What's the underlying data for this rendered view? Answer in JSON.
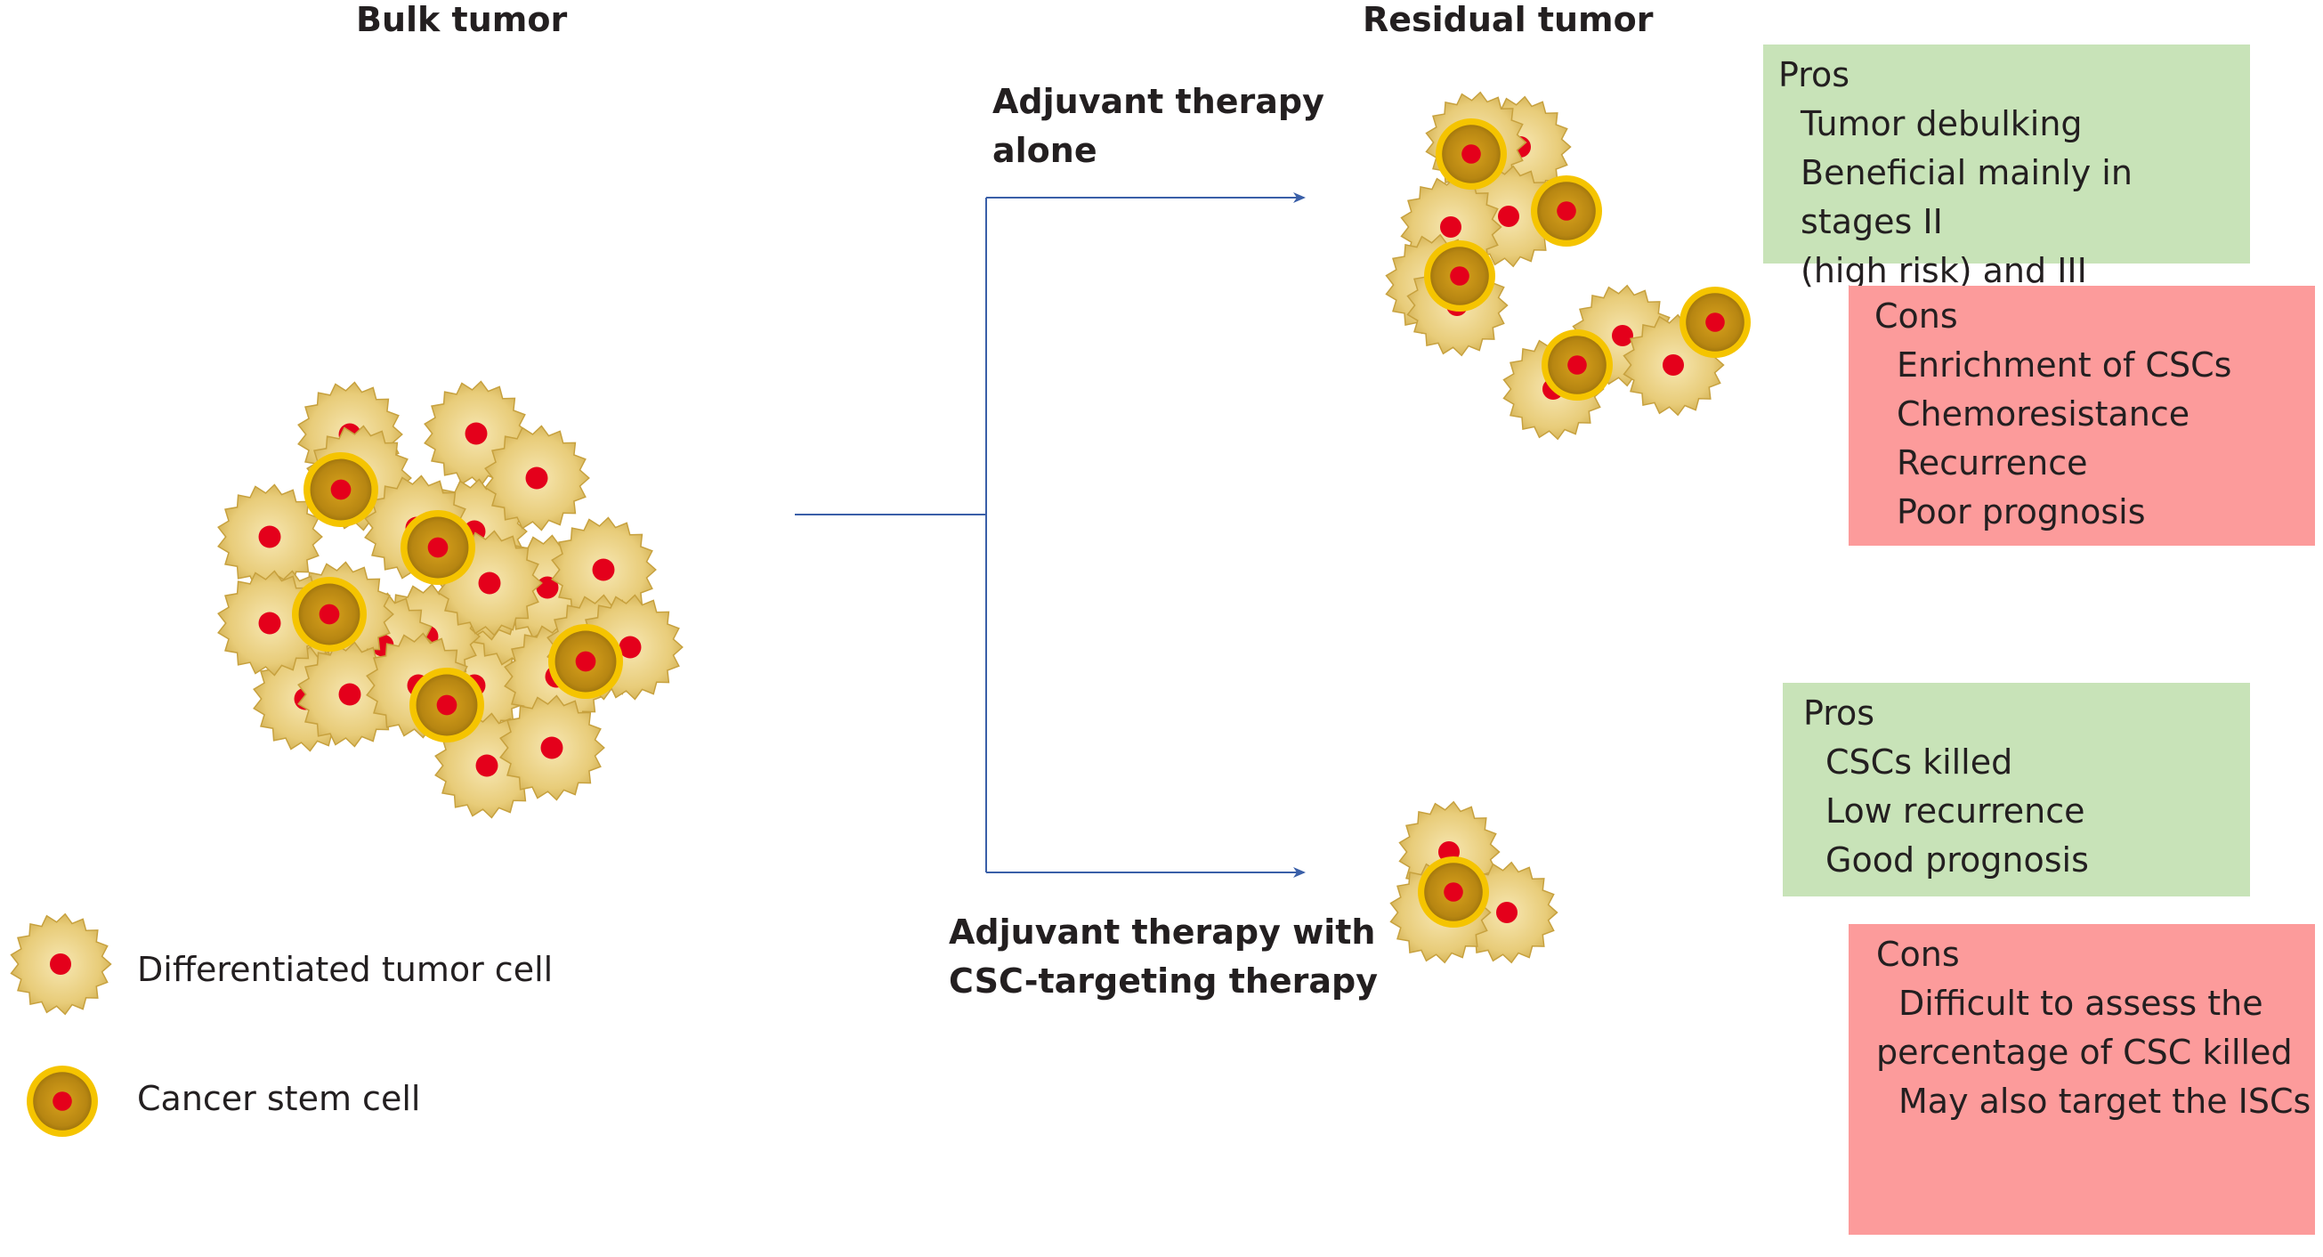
{
  "headings": {
    "bulk": "Bulk tumor",
    "residual": "Residual tumor"
  },
  "branches": {
    "top": [
      "Adjuvant therapy",
      "alone"
    ],
    "bottom": [
      "Adjuvant therapy with",
      "CSC-targeting therapy"
    ]
  },
  "boxes": {
    "top_pros": {
      "title": "Pros",
      "items": [
        "Tumor debulking",
        "Beneficial mainly in stages II",
        "(high risk) and III"
      ]
    },
    "top_cons": {
      "title": "Cons",
      "items": [
        "Enrichment of CSCs",
        "Chemoresistance",
        "Recurrence",
        "Poor prognosis"
      ]
    },
    "bottom_pros": {
      "title": "Pros",
      "items": [
        "CSCs killed",
        "Low recurrence",
        "Good prognosis"
      ]
    },
    "bottom_cons": {
      "title": "Cons",
      "items": [
        "Difficult to assess the",
        "percentage of CSC killed",
        "May also target the ISCs"
      ]
    }
  },
  "legend": {
    "differentiated": "Differentiated tumor cell",
    "stem": "Cancer stem cell"
  },
  "colors": {
    "arrow": "#3a5fa8",
    "pros_bg": "#c8e3b8",
    "cons_bg": "#fc9b9b",
    "diff_cell": "#e5c877",
    "stem_cell_ring": "#f5c400",
    "stem_cell_core": "#b8860b",
    "nucleus": "#e4001b"
  },
  "icons": [
    "differentiated-cell-icon",
    "stem-cell-icon",
    "arrow-icon"
  ]
}
